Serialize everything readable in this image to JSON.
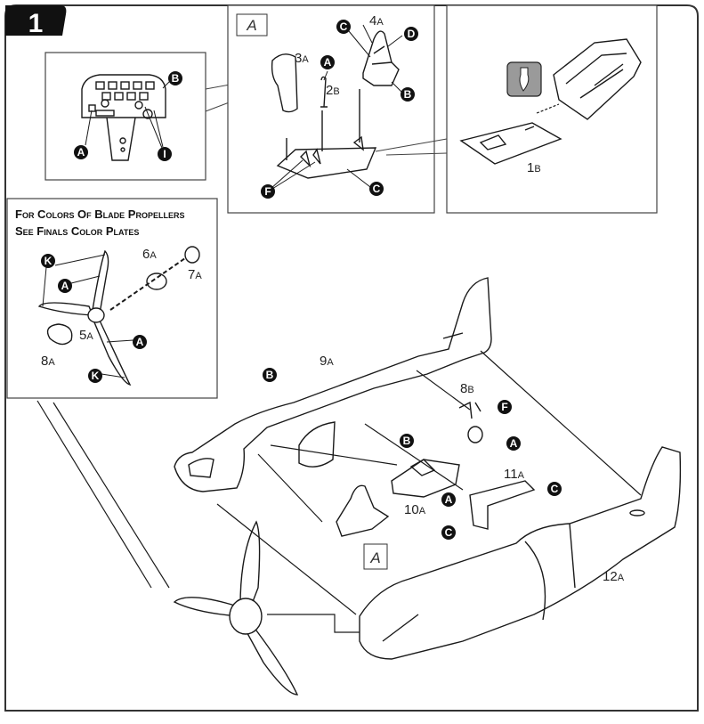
{
  "step": {
    "number": "1"
  },
  "inset_label": "A",
  "fuselage_callout_label": "A",
  "note": {
    "line1": "For Colors Of Blade Propellers",
    "line2": "See Finals Color Plates"
  },
  "parts": [
    {
      "num": "3",
      "sub": "A"
    },
    {
      "num": "2",
      "sub": "B"
    },
    {
      "num": "4",
      "sub": "A"
    },
    {
      "num": "1",
      "sub": "B"
    },
    {
      "num": "6",
      "sub": "A"
    },
    {
      "num": "7",
      "sub": "A"
    },
    {
      "num": "5",
      "sub": "A"
    },
    {
      "num": "8",
      "sub": "A"
    },
    {
      "num": "9",
      "sub": "A"
    },
    {
      "num": "8",
      "sub": "B"
    },
    {
      "num": "10",
      "sub": "A"
    },
    {
      "num": "11",
      "sub": "A"
    },
    {
      "num": "12",
      "sub": "A"
    }
  ],
  "color_callouts": [
    "A",
    "B",
    "C",
    "D",
    "F",
    "I",
    "K"
  ],
  "colors": {
    "ink": "#1a1a1a",
    "panel_border": "#444444",
    "tab": "#111111",
    "knife_bg": "#9a9a9a"
  },
  "icons": [
    "knife-icon"
  ]
}
